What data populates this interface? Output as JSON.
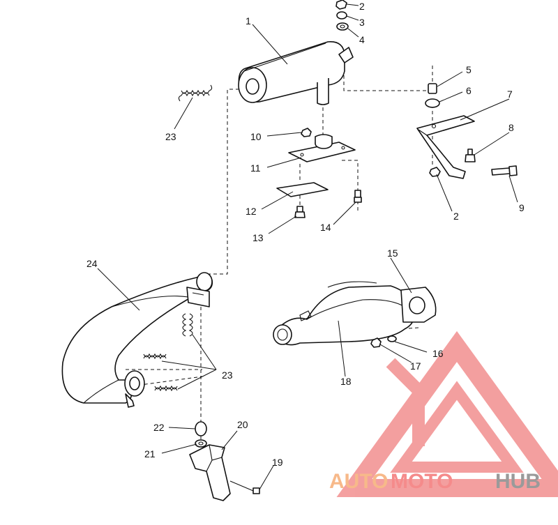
{
  "diagram": {
    "callouts": [
      "1",
      "2",
      "3",
      "4",
      "5",
      "6",
      "7",
      "8",
      "2",
      "9",
      "10",
      "11",
      "12",
      "13",
      "14",
      "15",
      "16",
      "17",
      "18",
      "19",
      "20",
      "21",
      "22",
      "23",
      "23",
      "24"
    ]
  },
  "watermark": {
    "part1": "AUTO",
    "part2": "MOTO",
    "part3": "HUB",
    "colors": {
      "auto": "#f7b98a",
      "moto": "#f58b8b",
      "hub": "#9a9a9a",
      "logo": "#f28f8f"
    }
  }
}
